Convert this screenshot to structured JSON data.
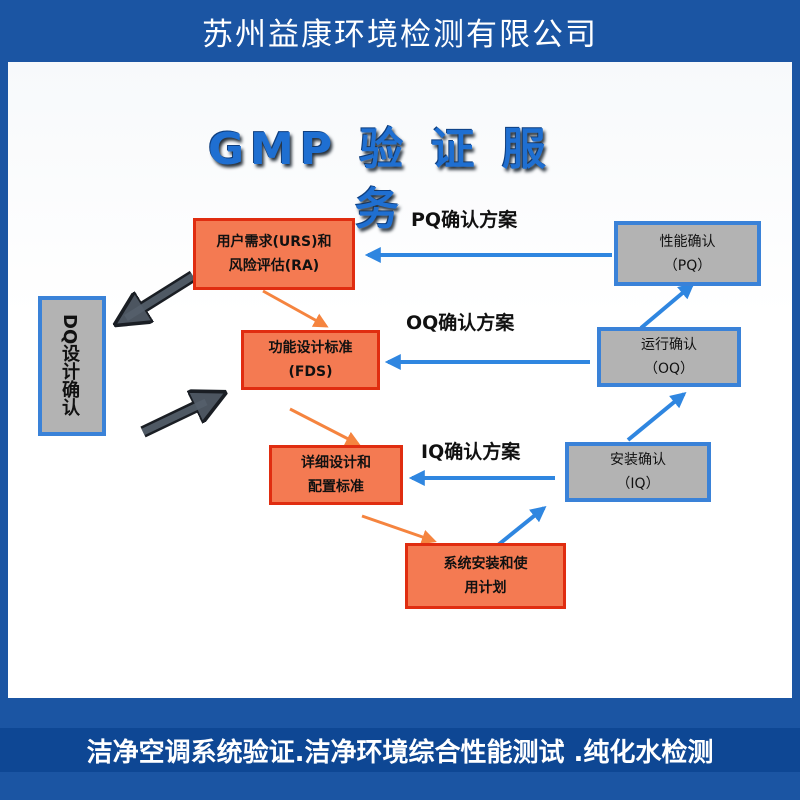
{
  "header": {
    "company": "苏州益康环境检测有限公司"
  },
  "title": "GMP 验 证 服 务",
  "boxes": {
    "urs": {
      "line1": "用户需求(URS)和",
      "line2": "风险评估(RA)"
    },
    "fds": {
      "line1": "功能设计标准",
      "line2": "(FDS)"
    },
    "detail": {
      "line1": "详细设计和",
      "line2": "配置标准"
    },
    "install_plan": {
      "line1": "系统安装和使",
      "line2": "用计划"
    },
    "pq": {
      "line1": "性能确认",
      "line2": "（PQ）"
    },
    "oq": {
      "line1": "运行确认",
      "line2": "（OQ）"
    },
    "iq": {
      "line1": "安装确认",
      "line2": "（IQ）"
    },
    "dq": {
      "line1": "DQ",
      "line2": "设计确认"
    }
  },
  "plans": {
    "pq": "PQ确认方案",
    "oq": "OQ确认方案",
    "iq": "IQ确认方案"
  },
  "footer": {
    "text": "洁净空调系统验证.洁净环境综合性能测试 .纯化水检测"
  },
  "colors": {
    "brand_blue": "#1b55a3",
    "title_blue": "#1f6fd1",
    "orange_fill": "#f47a52",
    "orange_border": "#e02d10",
    "grey_fill": "#b3b3b3",
    "blue_arrow": "#2f86e0",
    "orange_arrow": "#f5843f"
  }
}
